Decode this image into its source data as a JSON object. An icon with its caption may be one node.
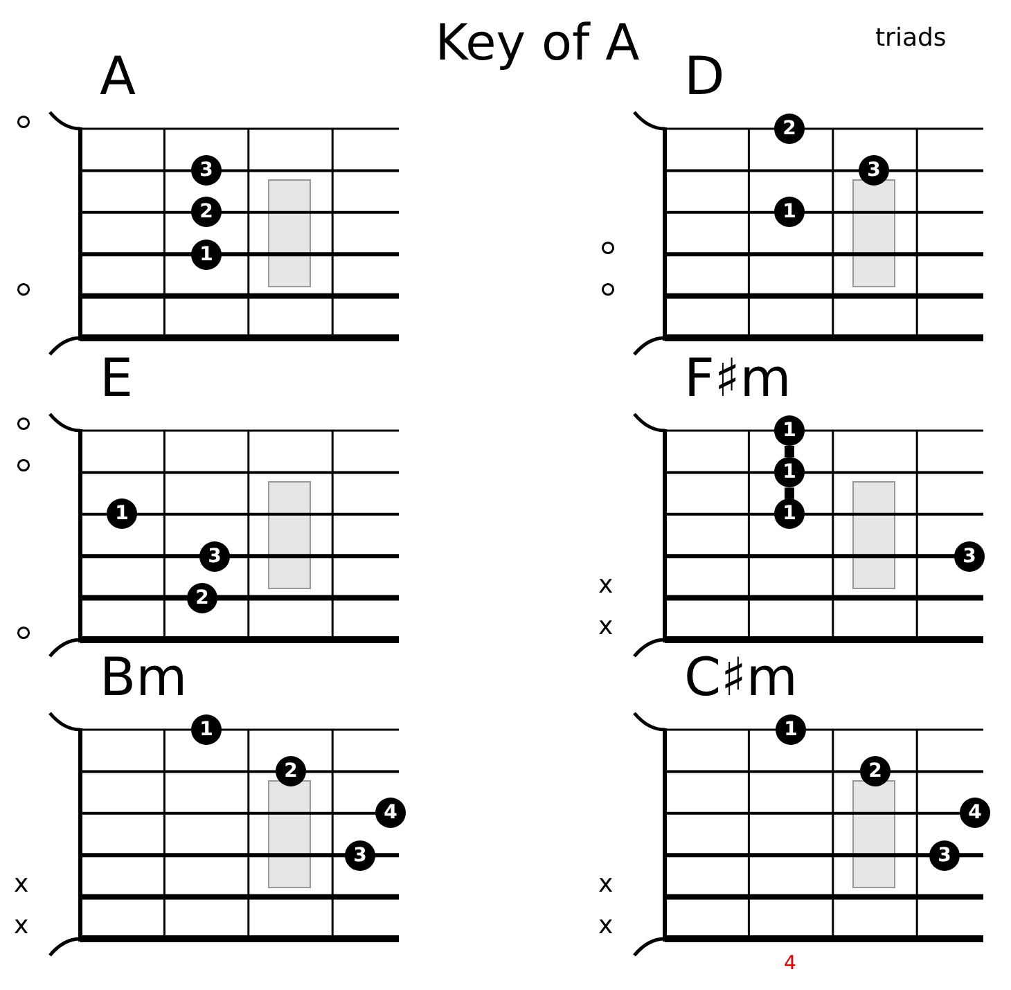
{
  "diagram": {
    "title": "Key of A",
    "nodes": [
      {
        "text": [
          "A"
        ]
      },
      {
        "text": [
          "3"
        ],
        "in": 0
      },
      {
        "text": [
          "2"
        ],
        "in": 0
      },
      {
        "text": [
          "1"
        ],
        "in": 0
      },
      {
        "text": [
          "D"
        ]
      },
      {
        "text": [
          "2"
        ],
        "in": 4
      },
      {
        "text": [
          "3"
        ],
        "in": 4
      },
      {
        "text": [
          "1"
        ],
        "in": 4
      },
      {
        "text": [
          "E"
        ]
      },
      {
        "text": [
          "1"
        ],
        "in": 8
      },
      {
        "text": [
          "3"
        ],
        "in": 8
      },
      {
        "text": [
          "2"
        ],
        "in": 8
      },
      {
        "text": [
          "F♯m"
        ],
        "beside": [
          "x",
          "x"
        ]
      },
      {
        "text": [
          "1"
        ],
        "in": 12
      },
      {
        "text": [
          "1"
        ],
        "in": 12
      },
      {
        "text": [
          "1"
        ],
        "in": 12
      },
      {
        "text": [
          "3"
        ],
        "in": 12
      },
      {
        "text": [
          "Bm"
        ],
        "beside": [
          "x",
          "x"
        ]
      },
      {
        "text": [
          "1"
        ],
        "in": 17
      },
      {
        "text": [
          "2"
        ],
        "in": 17
      },
      {
        "text": [
          "4"
        ],
        "in": 17
      },
      {
        "text": [
          "3"
        ],
        "in": 17
      },
      {
        "text": [
          "C♯m"
        ],
        "beside": [
          "x",
          "x"
        ]
      },
      {
        "text": [
          "1"
        ],
        "in": 22
      },
      {
        "text": [
          "2"
        ],
        "in": 22
      },
      {
        "text": [
          "4"
        ],
        "in": 22
      },
      {
        "text": [
          "3"
        ],
        "in": 22
      }
    ],
    "edges": [
      {
        "from": 13,
        "to": 14,
        "arrow": "none"
      },
      {
        "from": 14,
        "to": 15,
        "arrow": "none"
      }
    ],
    "labels": [
      "triads",
      "4"
    ]
  }
}
